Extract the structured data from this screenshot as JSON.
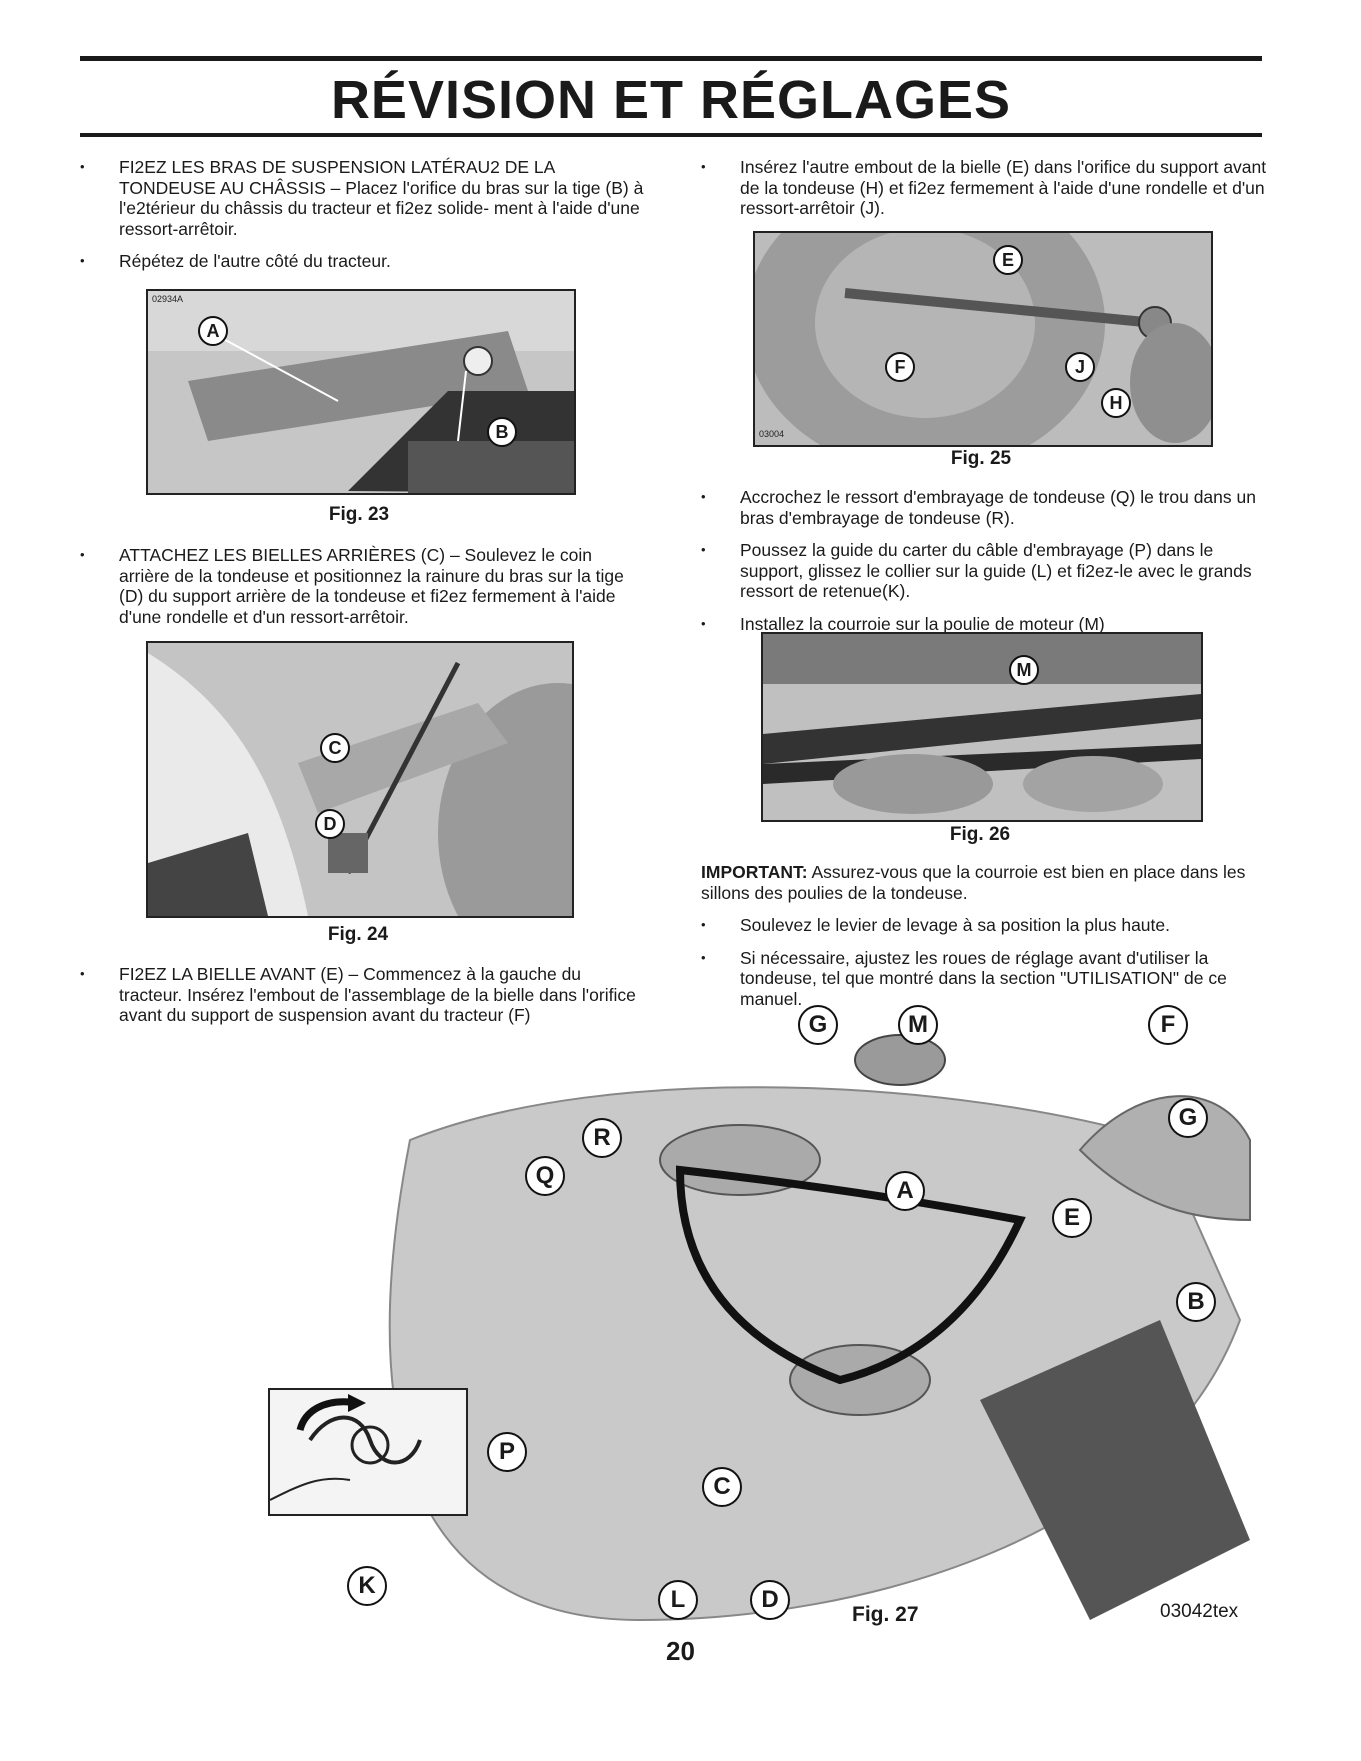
{
  "title": "RÉVISION ET RÉGLAGES",
  "page_number": "20",
  "left_col": {
    "p1": "FI2EZ LES BRAS DE SUSPENSION LATÉRAU2 DE LA TONDEUSE AU CHÂSSIS – Placez l'orifice du bras sur la tige (B) à l'e2térieur du châssis du tracteur et fi2ez solide- ment à l'aide d'une ressort-arrêtoir.",
    "p2": "Répétez de l'autre côté du tracteur.",
    "p3": "ATTACHEZ LES BIELLES ARRIÈRES (C) – Soulevez le coin arrière de la tondeuse et positionnez la rainure du bras sur la tige (D) du support arrière de la tondeuse et fi2ez fermement à l'aide d'une rondelle et d'un ressort-arrêtoir.",
    "p4": "FI2EZ LA BIELLE AVANT (E) – Commencez à la gauche du tracteur. Insérez l'embout de l'assemblage de la bielle dans l'orifice avant du support de suspension avant du tracteur (F)"
  },
  "right_col": {
    "p1": "Insérez l'autre embout de la bielle (E) dans l'orifice du support avant de la tondeuse (H) et fi2ez fermement à l'aide d'une rondelle et d'un ressort-arrêtoir (J).",
    "p2": "Accrochez le ressort d'embrayage de tondeuse (Q) le trou dans un bras d'embrayage de tondeuse (R).",
    "p3": "Poussez la guide du carter du câble d'embrayage (P) dans le support, glissez le collier sur la guide (L) et fi2ez-le avec le grands ressort de retenue(K).",
    "p4": "Installez la courroie sur la poulie de moteur (M)",
    "important_label": "IMPORTANT:",
    "important_text": " Assurez-vous que la courroie est bien en place dans les sillons des poulies de la tondeuse.",
    "p5": "Soulevez le levier de levage à sa position la plus haute.",
    "p6": "Si nécessaire, ajustez les roues de réglage avant d'utiliser la tondeuse, tel que montré dans la section \"UTILISATION\" de ce manuel."
  },
  "figures": {
    "fig23": {
      "label": "Fig. 23",
      "code": "02934A",
      "callouts": [
        "A",
        "B"
      ]
    },
    "fig24": {
      "label": "Fig. 24",
      "callouts": [
        "C",
        "D"
      ]
    },
    "fig25": {
      "label": "Fig. 25",
      "code": "03004",
      "callouts": [
        "E",
        "F",
        "J",
        "H"
      ]
    },
    "fig26": {
      "label": "Fig. 26",
      "callouts": [
        "M"
      ]
    },
    "fig27": {
      "label": "Fig. 27",
      "code": "03042tex",
      "callouts": [
        "G",
        "M",
        "F",
        "G",
        "R",
        "Q",
        "A",
        "E",
        "B",
        "P",
        "C",
        "K",
        "L",
        "D"
      ]
    }
  }
}
